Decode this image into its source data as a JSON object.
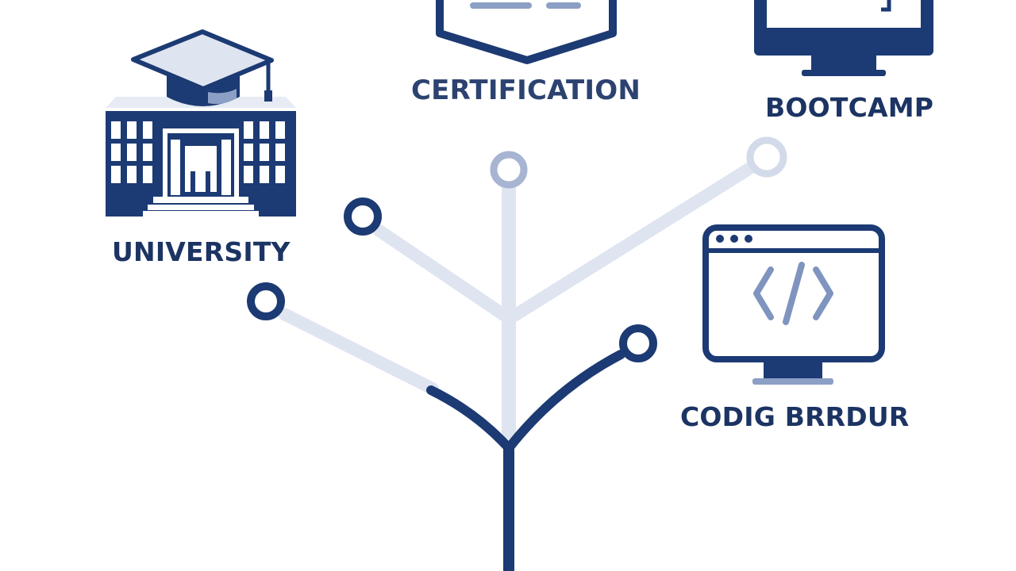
{
  "diagram": {
    "trunk_branches": [
      {
        "id": "university",
        "label": "UNIVERSITY",
        "icon": "university-building-icon"
      },
      {
        "id": "certification",
        "label": "CERTIFICATION",
        "icon": "certificate-badge-icon"
      },
      {
        "id": "bootcamp",
        "label": "BOOTCAMP",
        "icon": "monitor-icon"
      },
      {
        "id": "coding",
        "label": "CODIG BRRDUR",
        "icon": "code-browser-icon"
      }
    ]
  },
  "colors": {
    "primary_navy": "#1c3a73",
    "light_branch": "#dfe5f0",
    "accent_grey_blue": "#8c9fc4",
    "background": "#ffffff"
  }
}
